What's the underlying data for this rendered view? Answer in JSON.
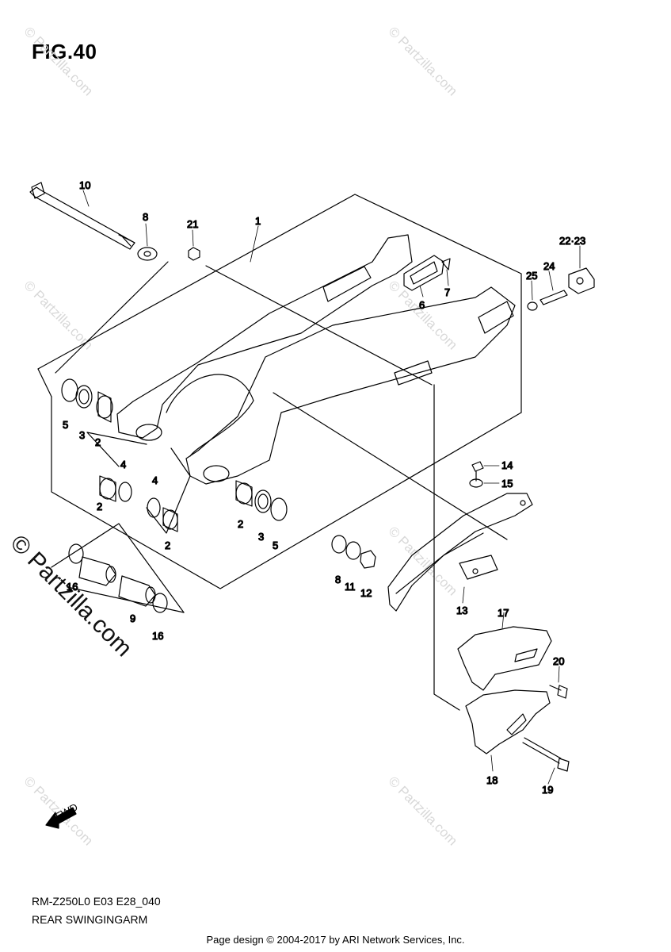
{
  "figure": {
    "title": "FIG.40"
  },
  "footer": {
    "part_code": "RM-Z250L0 E03 E28_040",
    "part_name": "REAR SWINGINGARM",
    "copyright": "Page design © 2004-2017 by ARI Network Services, Inc."
  },
  "watermark": {
    "text": "© Partzilla.com"
  },
  "fwd_arrow": {
    "label": "FWD"
  },
  "callouts": {
    "c1": "1",
    "c2a": "2",
    "c2b": "2",
    "c2c": "2",
    "c2d": "2",
    "c3a": "3",
    "c3b": "3",
    "c4a": "4",
    "c4b": "4",
    "c5a": "5",
    "c5b": "5",
    "c6": "6",
    "c7": "7",
    "c8a": "8",
    "c8b": "8",
    "c9": "9",
    "c10": "10",
    "c11": "11",
    "c12": "12",
    "c13": "13",
    "c14": "14",
    "c15": "15",
    "c16a": "16",
    "c16b": "16",
    "c17": "17",
    "c18": "18",
    "c19": "19",
    "c20": "20",
    "c21": "21",
    "c2223": "22·23",
    "c24": "24",
    "c25": "25"
  }
}
